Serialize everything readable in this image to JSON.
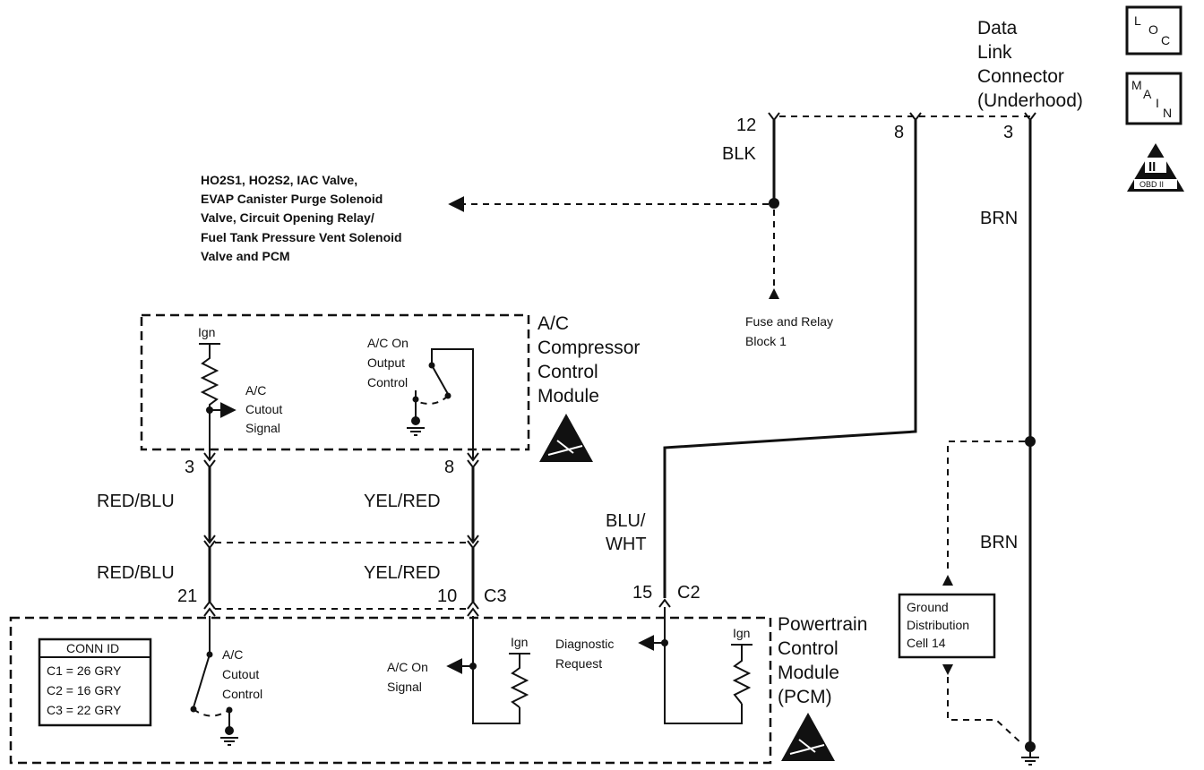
{
  "dlc": {
    "title_lines": [
      "Data",
      "Link",
      "Connector",
      "(Underhood)"
    ],
    "pin_12": "12",
    "pin_8": "8",
    "pin_3": "3"
  },
  "icons": {
    "loc_letters": [
      "L",
      "O",
      "C"
    ],
    "main_letters": [
      "M",
      "A",
      "I",
      "N"
    ],
    "obd_numeral": "II",
    "obd_text": "OBD II"
  },
  "wires": {
    "blk": "BLK",
    "brn_upper": "BRN",
    "brn_lower": "BRN",
    "red_blu_upper": "RED/BLU",
    "yel_red_upper": "YEL/RED",
    "red_blu_lower": "RED/BLU",
    "yel_red_lower": "YEL/RED",
    "blu_wht_lines": [
      "BLU/",
      "WHT"
    ]
  },
  "feeds": {
    "lines": [
      "HO2S1, HO2S2, IAC Valve,",
      "EVAP Canister Purge Solenoid",
      "Valve, Circuit Opening Relay/",
      "Fuel Tank Pressure Vent Solenoid",
      "Valve and PCM"
    ]
  },
  "fuse_block": {
    "lines": [
      "Fuse and Relay",
      "Block 1"
    ]
  },
  "ac_module": {
    "title_lines": [
      "A/C",
      "Compressor",
      "Control",
      "Module"
    ],
    "ign": "Ign",
    "cutout_lines": [
      "A/C",
      "Cutout",
      "Signal"
    ],
    "output_lines": [
      "A/C On",
      "Output",
      "Control"
    ],
    "pin_3": "3",
    "pin_8": "8"
  },
  "pcm": {
    "title_lines": [
      "Powertrain",
      "Control",
      "Module",
      "(PCM)"
    ],
    "pin_21": "21",
    "pin_10": "10",
    "c3": "C3",
    "pin_15": "15",
    "c2": "C2",
    "cutout_control_lines": [
      "A/C",
      "Cutout",
      "Control"
    ],
    "ac_on_signal_lines": [
      "A/C On",
      "Signal"
    ],
    "ign_1": "Ign",
    "ign_2": "Ign",
    "diag_lines": [
      "Diagnostic",
      "Request"
    ]
  },
  "conn_id": {
    "header": "CONN ID",
    "rows": [
      "C1 = 26 GRY",
      "C2 = 16 GRY",
      "C3 = 22 GRY"
    ]
  },
  "ground_cell": {
    "lines": [
      "Ground",
      "Distribution",
      "Cell 14"
    ]
  }
}
